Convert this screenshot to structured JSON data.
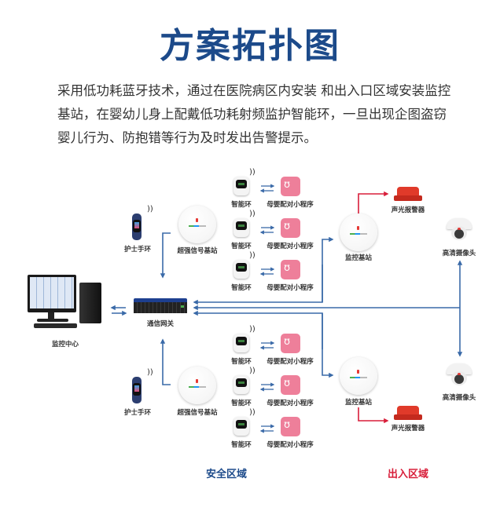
{
  "title": "方案拓扑图",
  "description": "采用低功耗蓝牙技术，通过在医院病区内安装 和出入口区域安装监控基站，在婴幼儿身上配戴低功耗射频监护智能环，一旦出现企图盗窃婴儿行为、防抱错等行为及时发出告警提示。",
  "colors": {
    "title": "#1c4a8a",
    "safe_line": "#3a6aa8",
    "exit_line": "#d81e3a",
    "app": "#ee7f9a"
  },
  "nodes": {
    "monitor_center": "监控中心",
    "gateway": "通信网关",
    "top": {
      "nurse_band": "护士手环",
      "strong_base": "超强信号基站",
      "rings": [
        {
          "ring": "智能环",
          "app": "母婴配对小程序"
        },
        {
          "ring": "智能环",
          "app": "母婴配对小程序"
        },
        {
          "ring": "智能环",
          "app": "母婴配对小程序"
        }
      ],
      "monitor_base": "监控基站",
      "alarm": "声光报警器",
      "camera": "高清摄像头"
    },
    "bottom": {
      "nurse_band": "护士手环",
      "strong_base": "超强信号基站",
      "rings": [
        {
          "ring": "智能环",
          "app": "母婴配对小程序"
        },
        {
          "ring": "智能环",
          "app": "母婴配对小程序"
        },
        {
          "ring": "智能环",
          "app": "母婴配对小程序"
        }
      ],
      "monitor_base": "监控基站",
      "alarm": "声光报警器",
      "camera": "高清摄像头"
    }
  },
  "zones": {
    "safe": "安全区域",
    "exit": "出入区域"
  },
  "icons": {
    "wifi": "wifi-signal-icon",
    "app": "baby-feet-icon"
  }
}
